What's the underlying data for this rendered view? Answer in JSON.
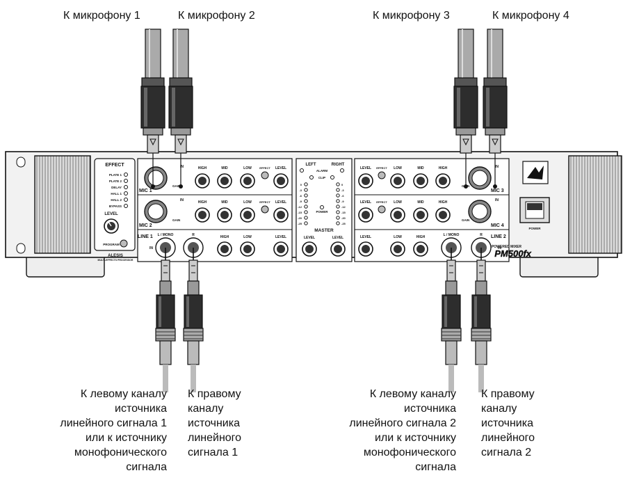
{
  "top_labels": {
    "mic1": "К микрофону 1",
    "mic2": "К микрофону 2",
    "mic3": "К микрофону 3",
    "mic4": "К микрофону 4"
  },
  "bottom_labels": {
    "line1_left": [
      "К левому каналу",
      "источника",
      "линейного сигнала 1",
      "или к источнику",
      "монофонического",
      "сигнала"
    ],
    "line1_right": [
      "К правому",
      "каналу",
      "источника",
      "линейного",
      "сигнала 1"
    ],
    "line2_left": [
      "К левому каналу",
      "источника",
      "линейного сигнала 2",
      "или к источнику",
      "монофонического",
      "сигнала"
    ],
    "line2_right": [
      "К правому",
      "каналу",
      "источника",
      "линейного",
      "сигнала 2"
    ]
  },
  "panel": {
    "effect_title": "EFFECT",
    "effect_programs": [
      "PLATE 1",
      "PLATE 2",
      "DELAY",
      "HALL 1",
      "HALL 2",
      "BYPASS"
    ],
    "effect_level": "LEVEL",
    "program_button": "PROGRAM",
    "alesis_logo": "ALESIS",
    "alesis_sub": "MULTI-EFFECTS PROCESSOR",
    "mic1": "MIC 1",
    "mic2": "MIC 2",
    "mic3": "MIC 3",
    "mic4": "MIC 4",
    "line1": "LINE 1",
    "line2": "LINE 2",
    "in": "IN",
    "gain": "GAIN",
    "knob_high": "HIGH",
    "knob_mid": "MID",
    "knob_low": "LOW",
    "knob_effect": "EFFECT",
    "knob_level": "LEVEL",
    "jack_lmono": "L / MONO",
    "jack_r": "R",
    "meter_left": "LEFT",
    "meter_right": "RIGHT",
    "alarm": "ALARM",
    "clip": "CLIP",
    "power_led": "POWER",
    "master": "MASTER",
    "meter_scale": [
      "0",
      "-3",
      "-6",
      "-9",
      "-12",
      "-15",
      "-20",
      "-25"
    ],
    "powered_mixer": "POWERED MIXER",
    "model": "PM500fx",
    "power_switch": "POWER"
  }
}
